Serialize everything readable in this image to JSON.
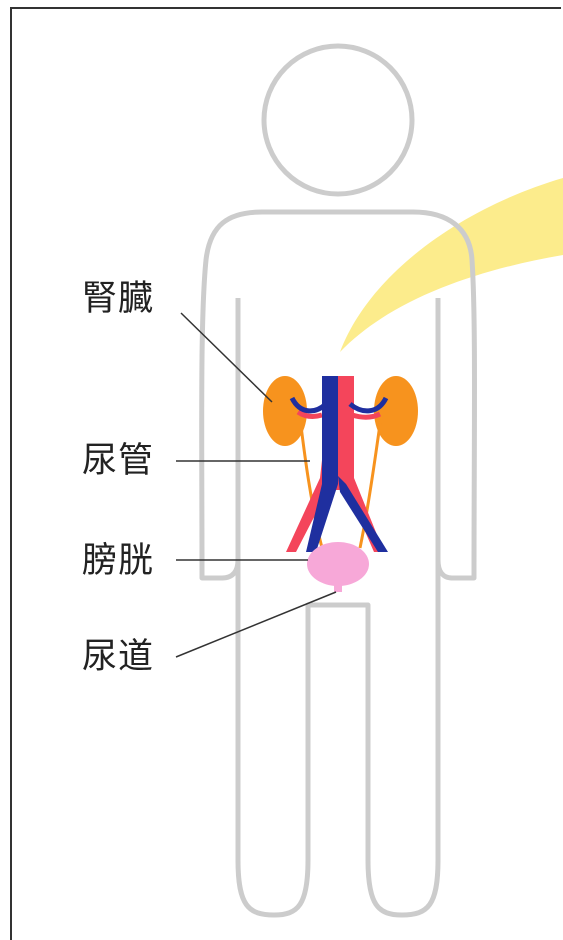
{
  "labels": {
    "kidney": "腎臓",
    "ureter": "尿管",
    "bladder": "膀胱",
    "urethra": "尿道"
  },
  "colors": {
    "body_outline": "#cccccc",
    "kidney": "#f7931e",
    "artery": "#f4455b",
    "vein": "#1f2f9f",
    "ureter": "#f7931e",
    "bladder": "#f7a8d8",
    "light_beam": "#fcec8c",
    "leader_line": "#333333",
    "frame": "#333333"
  }
}
